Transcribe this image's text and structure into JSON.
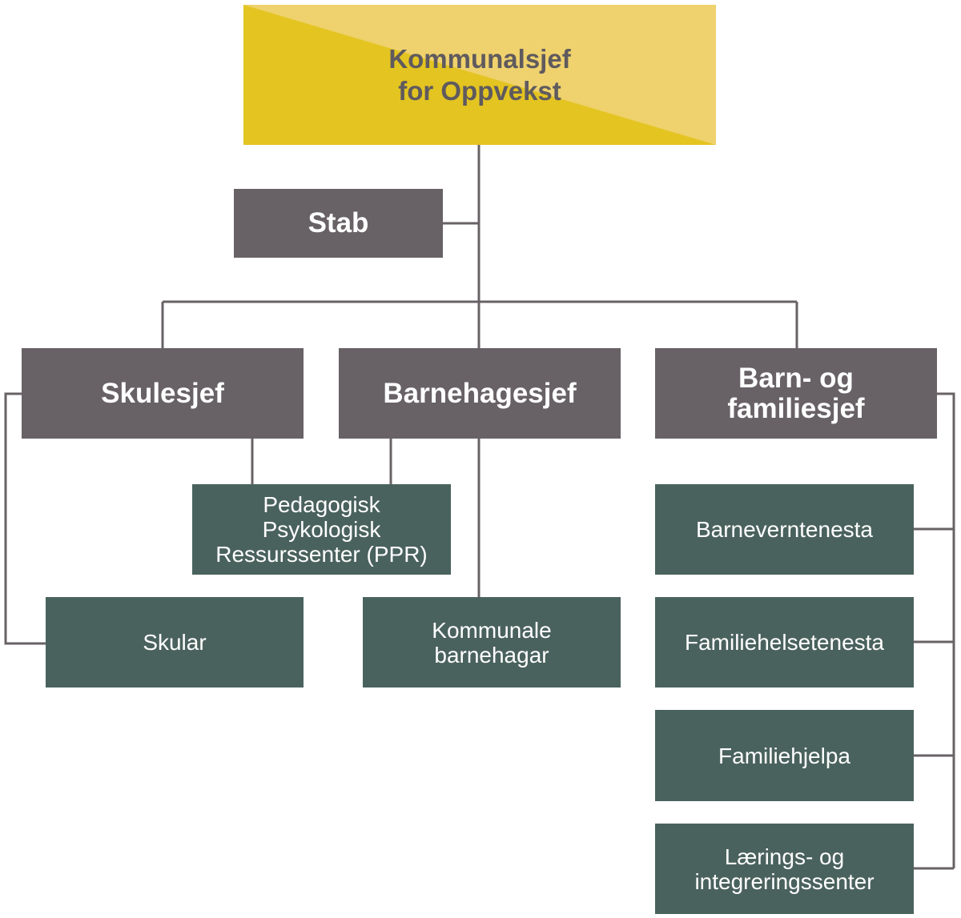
{
  "org_chart": {
    "top": {
      "label": "Kommunalsjef\nfor Oppvekst",
      "color": "#e3c421"
    },
    "stab": {
      "label": "Stab"
    },
    "managers": {
      "skulesjef": {
        "label": "Skulesjef"
      },
      "barnehagesjef": {
        "label": "Barnehagesjef"
      },
      "barn_familie": {
        "label": "Barn- og\nfamiliesjef"
      }
    },
    "units": {
      "ppr": {
        "label": "Pedagogisk\nPsykologisk\nRessurssenter (PPR)"
      },
      "skular": {
        "label": "Skular"
      },
      "kommunale_barnehagar": {
        "label": "Kommunale\nbarnehagar"
      },
      "barneverntenesta": {
        "label": "Barneverntenesta"
      },
      "familiehelsetenesta": {
        "label": "Familiehelsetenesta"
      },
      "familiehjelpa": {
        "label": "Familiehjelpa"
      },
      "laerings_integrering": {
        "label": "Lærings- og\nintegreringssenter"
      }
    },
    "colors": {
      "manager_box": "#686266",
      "unit_box": "#4a625d",
      "connector": "#686266",
      "top_text": "#5f5a5e"
    }
  }
}
